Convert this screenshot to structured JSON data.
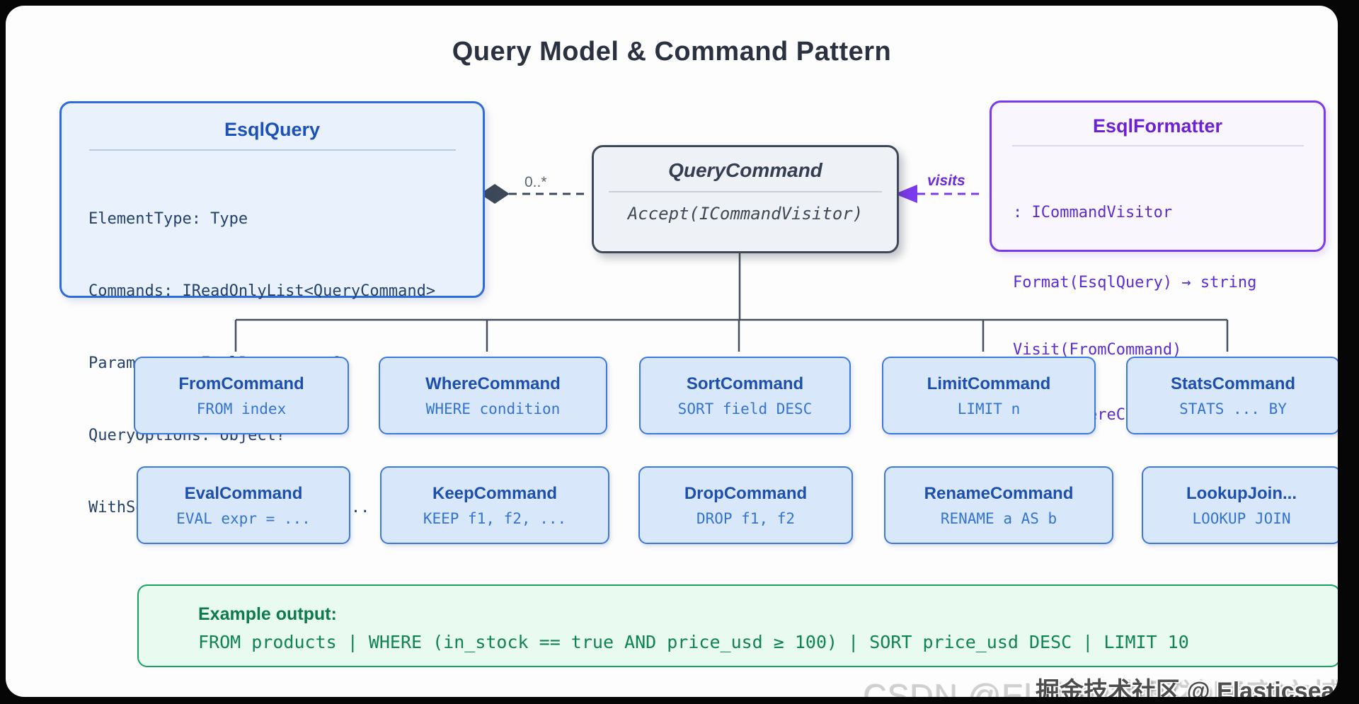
{
  "title": "Query Model & Command Pattern",
  "esql_query": {
    "title": "EsqlQuery",
    "members": [
      "ElementType: Type",
      "Commands: IReadOnlyList<QueryCommand>",
      "Parameters: EsqlParameters?",
      "QueryOptions: object?",
      "WithSource(), WithLimit(), ..."
    ]
  },
  "query_command": {
    "title": "QueryCommand",
    "method": "Accept(ICommandVisitor)"
  },
  "esql_formatter": {
    "title": "EsqlFormatter",
    "members": [
      ": ICommandVisitor",
      "Format(EsqlQuery) → string",
      "Visit(FromCommand)",
      "Visit(WhereCommand) ..."
    ]
  },
  "relations": {
    "composition_multiplicity": "0..*",
    "visitor_label": "visits"
  },
  "commands": {
    "row1": [
      {
        "name": "FromCommand",
        "syntax": "FROM index"
      },
      {
        "name": "WhereCommand",
        "syntax": "WHERE condition"
      },
      {
        "name": "SortCommand",
        "syntax": "SORT field DESC"
      },
      {
        "name": "LimitCommand",
        "syntax": "LIMIT n"
      },
      {
        "name": "StatsCommand",
        "syntax": "STATS ... BY"
      }
    ],
    "row2": [
      {
        "name": "EvalCommand",
        "syntax": "EVAL expr = ..."
      },
      {
        "name": "KeepCommand",
        "syntax": "KEEP f1, f2, ..."
      },
      {
        "name": "DropCommand",
        "syntax": "DROP f1, f2"
      },
      {
        "name": "RenameCommand",
        "syntax": "RENAME a AS b"
      },
      {
        "name": "LookupJoin...",
        "syntax": "LOOKUP JOIN"
      }
    ]
  },
  "example": {
    "label": "Example output:",
    "code": "FROM products | WHERE (in_stock == true AND price_usd ≥ 100) | SORT price_usd DESC | LIMIT 10"
  },
  "watermarks": {
    "csdn": "CSDN @Elastic 中国社区官方博客",
    "juejin": "掘金技术社区 @ Elasticsearch"
  },
  "colors": {
    "canvas_background": "#fdfdfd",
    "page_border": "#060606",
    "query_box_border": "#2e6cd9",
    "query_box_bg": "#e9f1fc",
    "query_box_title": "#1b51b8",
    "abstract_box_border": "#3d4859",
    "abstract_box_bg": "#eef1f5",
    "formatter_box_border": "#7c3aed",
    "formatter_box_bg": "#faf6fe",
    "formatter_text": "#5b2bd6",
    "command_box_bg": "#d9e7fa",
    "command_box_border": "#3d78de",
    "command_title": "#1d4fae",
    "command_syntax": "#3474cf",
    "example_border": "#16a45f",
    "example_bg": "#e9faf1",
    "example_text": "#108353",
    "connector_line": "#454e5e",
    "visitor_arrow": "#7c3aed"
  }
}
